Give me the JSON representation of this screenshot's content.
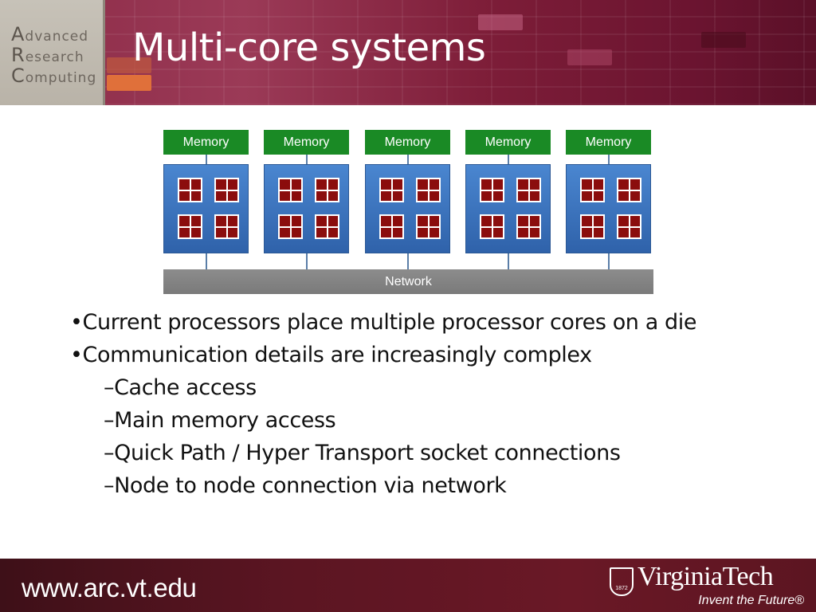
{
  "header": {
    "logo": {
      "lines": [
        "Advanced",
        "Research",
        "Computing"
      ]
    },
    "title": "Multi-core systems"
  },
  "diagram": {
    "memory_label": "Memory",
    "network_label": "Network",
    "node_count": 5,
    "cores_per_node": 4,
    "colors": {
      "memory": "#1a8a25",
      "node": "#3a72bd",
      "core": "#8b0d0d",
      "network": "#858585"
    }
  },
  "bullets": [
    {
      "level": 1,
      "text": "•Current processors place multiple processor cores on a die"
    },
    {
      "level": 1,
      "text": "•Communication details are increasingly complex"
    },
    {
      "level": 2,
      "text": "–Cache access"
    },
    {
      "level": 2,
      "text": "–Main memory access"
    },
    {
      "level": 2,
      "text": "–Quick Path / Hyper Transport socket connections"
    },
    {
      "level": 2,
      "text": "–Node to node connection via network"
    }
  ],
  "footer": {
    "url": "www.arc.vt.edu",
    "seal_year": "1872",
    "brand": "VirginiaTech",
    "tagline": "Invent the Future®"
  }
}
